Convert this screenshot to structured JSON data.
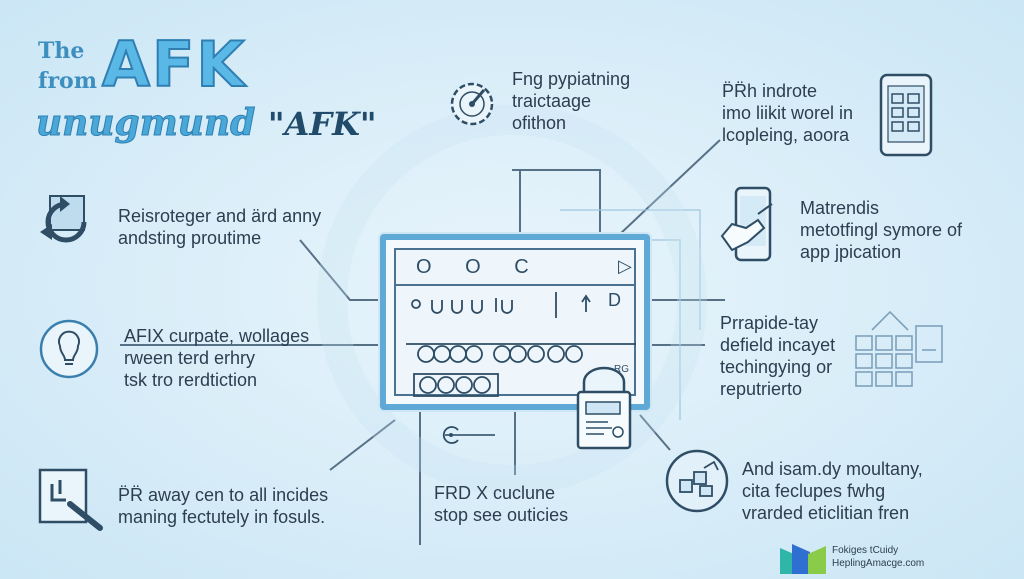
{
  "title": {
    "the": "The",
    "from": "from",
    "afk": "AFK",
    "line2": "unugmund",
    "line2_quote": "\"AFK\""
  },
  "labels": {
    "top_center": [
      "Fng pypiatning",
      "traictaage",
      "ofithon"
    ],
    "top_right": [
      "P̈R̈h indrote",
      "imo liikit worel in",
      "lcopleing, aoora"
    ],
    "left_1": [
      "Reisroteger and ärd anny",
      "andsting proutime"
    ],
    "left_2": [
      "AFIX curpate, wollages",
      "rween terd erhry",
      "tsk tro rerdtiction"
    ],
    "left_3": [
      "P̈R̈ away cen to all incides",
      "maning fectutely in fosuls."
    ],
    "bottom_center": [
      "FRD X cuclune",
      "stop see outicies"
    ],
    "right_1": [
      "Matrendis",
      "metotfingl symore of",
      "app jpication"
    ],
    "right_2": [
      "Prrapide-tay",
      "defield incayet",
      "techingying or",
      "reputrierto"
    ],
    "right_3": [
      "And isam.dy moultany,",
      "cita feclupes fwhg",
      "vrarded eticlitian fren"
    ]
  },
  "screen": {
    "row1_glyphs": "O O C",
    "row1_play": "▷",
    "row2_glyph_d": "D",
    "badge_text": "RG"
  },
  "footer": {
    "line1": "Fokiges tCuidy",
    "line2": "HeplingAmacge.com"
  },
  "colors": {
    "accent": "#5ab8e6",
    "dark_accent": "#2f7fb2",
    "wire": "#3f5a72",
    "logo_teal": "#2fb6a8",
    "logo_blue": "#2f6fd1",
    "logo_green": "#8acb4a"
  },
  "icons": [
    "refresh-icon",
    "brain-bulb-icon",
    "magnify-icon",
    "speedometer-icon",
    "tablet-icon",
    "phone-hand-icon",
    "building-grid-icon",
    "blocks-circle-icon",
    "document-lock-icon",
    "logo-icon"
  ]
}
